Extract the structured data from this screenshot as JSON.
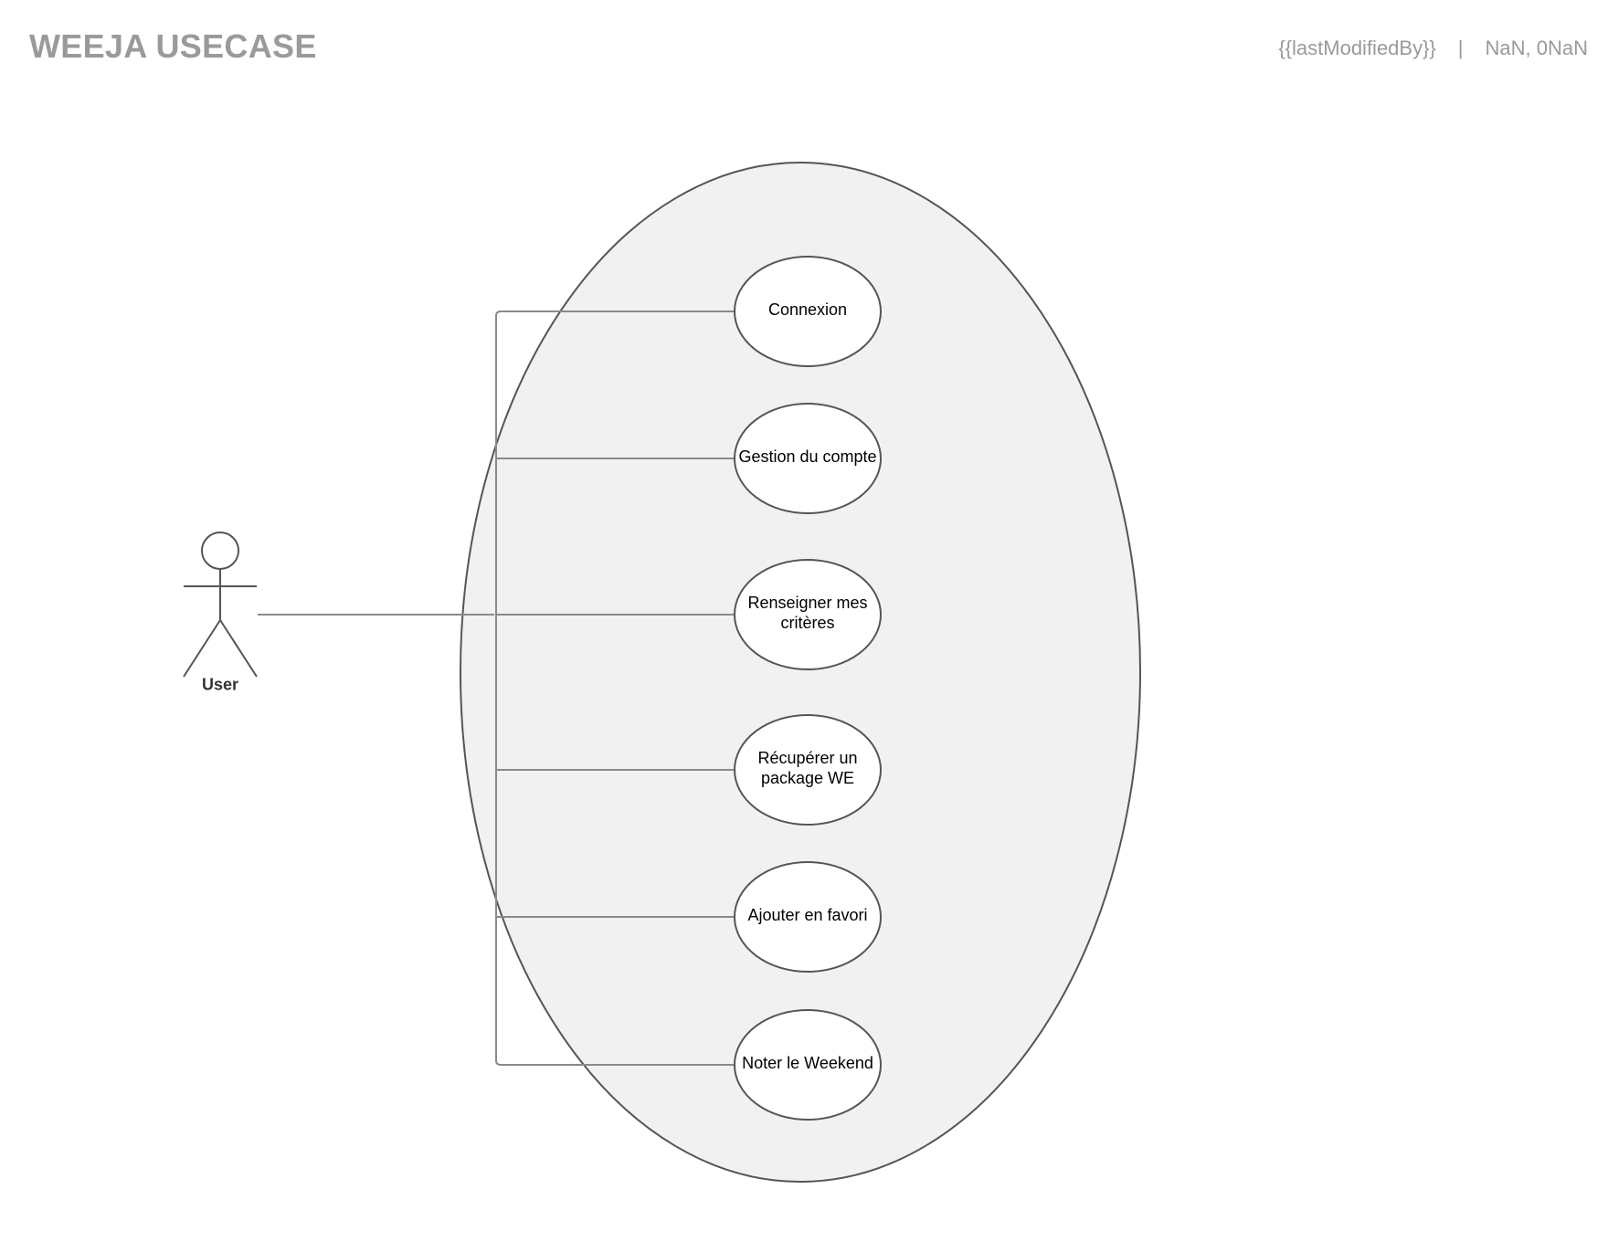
{
  "header": {
    "title": "WEEJA USECASE",
    "last_modified_by": "{{lastModifiedBy}}",
    "separator": "|",
    "date": "NaN, 0NaN"
  },
  "actor": {
    "label": "User"
  },
  "use_cases": [
    {
      "label": "Connexion"
    },
    {
      "label": "Gestion du compte"
    },
    {
      "label": "Renseigner mes critères"
    },
    {
      "label": "Récupérer un package WE"
    },
    {
      "label": "Ajouter en favori"
    },
    {
      "label": "Noter le Weekend"
    }
  ],
  "colors": {
    "system_fill": "#f1f1f1",
    "stroke": "#555555",
    "connector": "#8a8a8a",
    "header_text": "#9a9a9a"
  }
}
